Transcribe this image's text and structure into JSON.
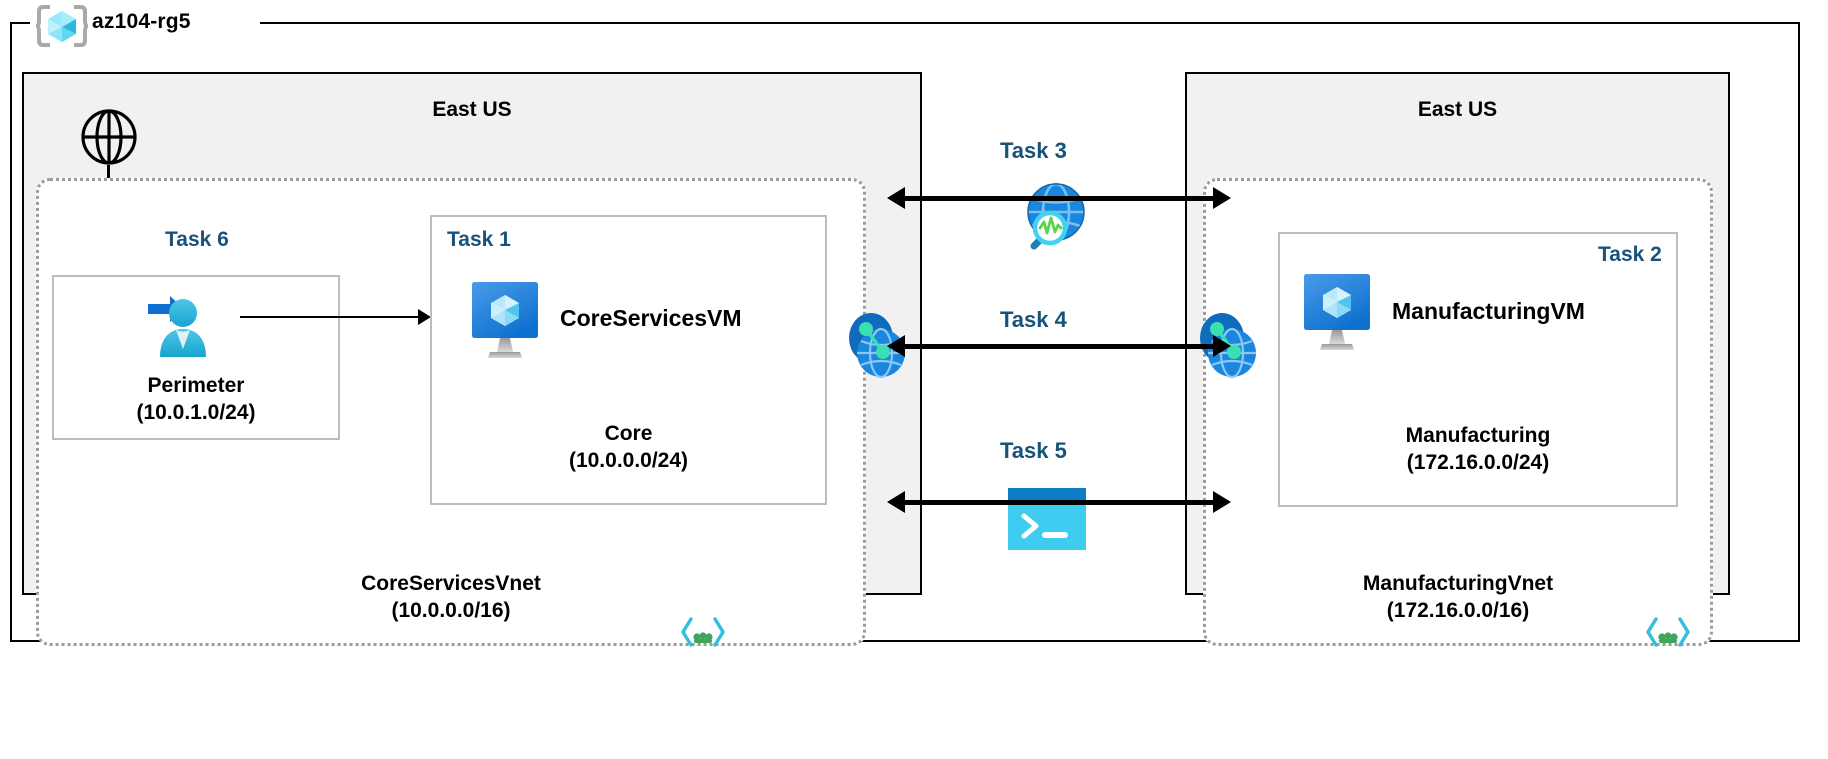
{
  "resource_group": {
    "name": "az104-rg5",
    "icon": "azure-resource-group-icon"
  },
  "regions": [
    {
      "id": "left",
      "title": "East US"
    },
    {
      "id": "right",
      "title": "East US"
    }
  ],
  "vnets": [
    {
      "id": "core",
      "name": "CoreServicesVnet",
      "cidr": "(10.0.0.0/16)",
      "icon": "code-brackets-subnet-icon"
    },
    {
      "id": "manufacturing",
      "name": "ManufacturingVnet",
      "cidr": "(172.16.0.0/16)",
      "icon": "code-brackets-subnet-icon"
    }
  ],
  "subnets": [
    {
      "id": "perimeter",
      "task": "Task 6",
      "name": "Perimeter",
      "cidr": "(10.0.1.0/24)",
      "icon": "user-route-icon"
    },
    {
      "id": "core",
      "task": "Task 1",
      "name": "Core",
      "cidr": "(10.0.0.0/24)",
      "vm": "CoreServicesVM",
      "icon": "virtual-machine-icon"
    },
    {
      "id": "manufacturing",
      "task": "Task 2",
      "name": "Manufacturing",
      "cidr": "(172.16.0.0/24)",
      "vm": "ManufacturingVM",
      "icon": "virtual-machine-icon"
    }
  ],
  "connections": [
    {
      "id": "task3",
      "task": "Task 3",
      "icon": "network-watcher-icon"
    },
    {
      "id": "task4",
      "task": "Task 4",
      "icon": "vnet-peering-icon"
    },
    {
      "id": "task5",
      "task": "Task 5",
      "icon": "cloud-shell-terminal-icon"
    }
  ],
  "peering_icons": [
    {
      "id": "peering-left",
      "icon": "vnet-peering-icon"
    },
    {
      "id": "peering-right",
      "icon": "vnet-peering-icon"
    }
  ],
  "internet": {
    "icon": "globe-internet-icon"
  },
  "colors": {
    "task_label": "#17537a",
    "region_bg": "#f1f1f1",
    "vnet_border": "#9b9b9b",
    "subnet_border": "#bdbdbd",
    "azure_blue": "#0078d4",
    "cyan": "#32bedd",
    "green": "#5fd38d"
  }
}
